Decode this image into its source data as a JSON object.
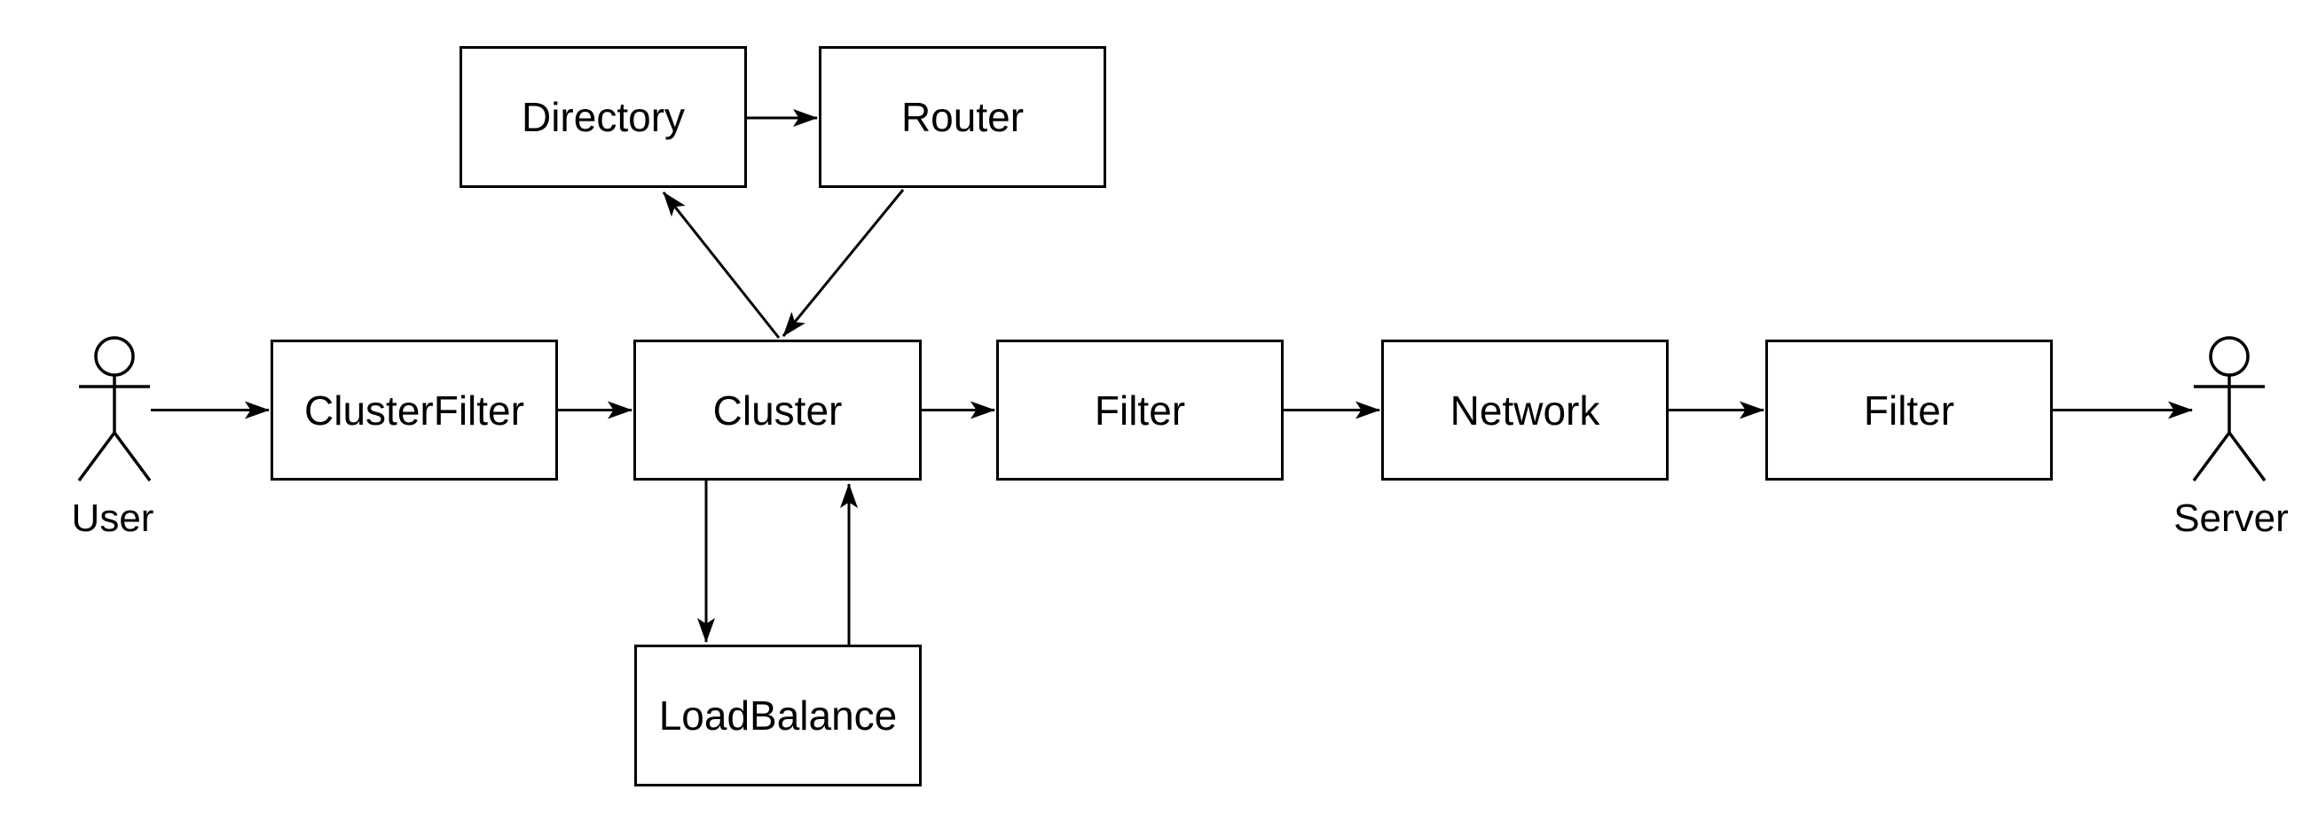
{
  "diagram": {
    "background_color": "#ffffff",
    "stroke_color": "#000000",
    "node_fill_color": "#ffffff",
    "actors": [
      {
        "id": "user",
        "label": "User"
      },
      {
        "id": "server",
        "label": "Server"
      }
    ],
    "nodes": [
      {
        "id": "directory",
        "label": "Directory"
      },
      {
        "id": "router",
        "label": "Router"
      },
      {
        "id": "clusterfilter",
        "label": "ClusterFilter"
      },
      {
        "id": "cluster",
        "label": "Cluster"
      },
      {
        "id": "filter1",
        "label": "Filter"
      },
      {
        "id": "network",
        "label": "Network"
      },
      {
        "id": "filter2",
        "label": "Filter"
      },
      {
        "id": "loadbalance",
        "label": "LoadBalance"
      }
    ],
    "edges": [
      {
        "from": "User",
        "to": "ClusterFilter",
        "arrow": "end"
      },
      {
        "from": "ClusterFilter",
        "to": "Cluster",
        "arrow": "end"
      },
      {
        "from": "Cluster",
        "to": "Filter",
        "arrow": "end"
      },
      {
        "from": "Filter",
        "to": "Network",
        "arrow": "end"
      },
      {
        "from": "Network",
        "to": "Filter",
        "arrow": "end"
      },
      {
        "from": "Filter",
        "to": "Server",
        "arrow": "end"
      },
      {
        "from": "Directory",
        "to": "Router",
        "arrow": "end"
      },
      {
        "from": "Cluster",
        "to": "Directory",
        "arrow": "end"
      },
      {
        "from": "Router",
        "to": "Cluster",
        "arrow": "end"
      },
      {
        "from": "Cluster",
        "to": "LoadBalance",
        "arrow": "end"
      },
      {
        "from": "LoadBalance",
        "to": "Cluster",
        "arrow": "end"
      }
    ]
  }
}
